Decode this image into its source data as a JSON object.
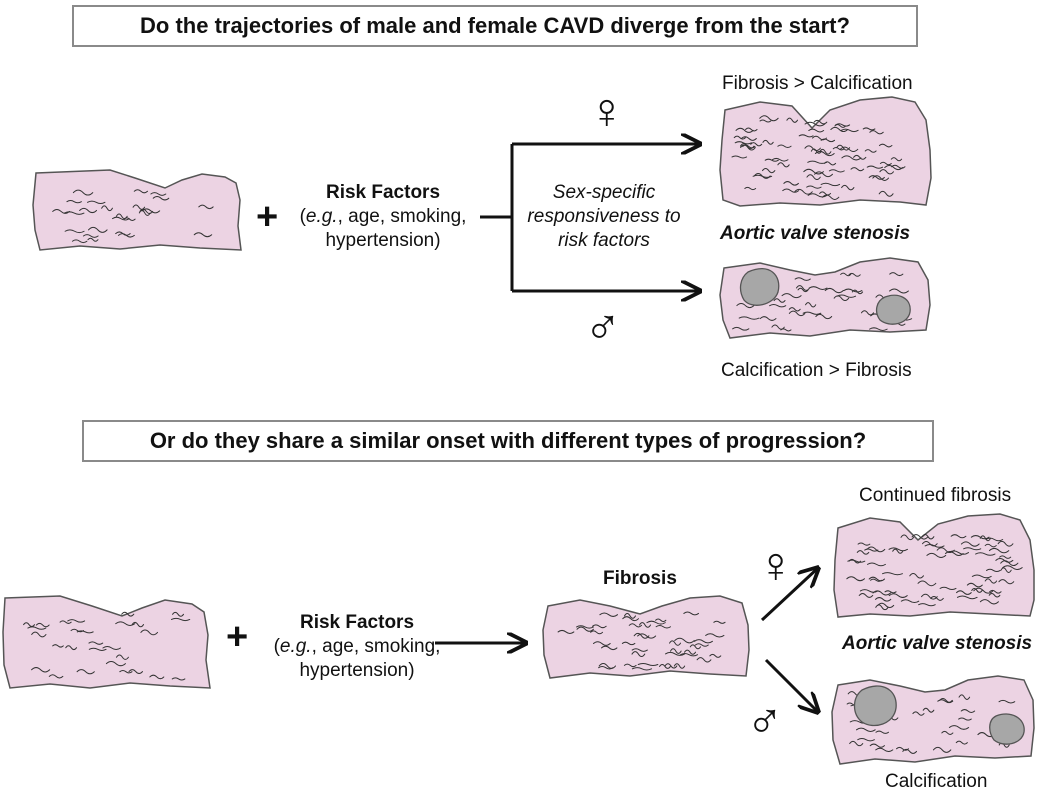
{
  "top": {
    "question": "Do the trajectories of male and female CAVD diverge from the start?",
    "risk_title": "Risk Factors",
    "risk_eg": "e.g.",
    "risk_rest_line1": ", age, smoking,",
    "risk_line2": "hypertension)",
    "plus": "+",
    "sex_specific_line1": "Sex-specific",
    "sex_specific_line2": "responsiveness to",
    "sex_specific_line3": "risk factors",
    "female_outcome": "Fibrosis > Calcification",
    "stenosis": "Aortic valve stenosis",
    "male_outcome": "Calcification > Fibrosis",
    "female_symbol": "♀",
    "male_symbol": "♂"
  },
  "bottom": {
    "question": "Or do they share a similar onset with different types of progression?",
    "risk_title": "Risk Factors",
    "risk_eg": "e.g.",
    "risk_rest_line1": ", age, smoking,",
    "risk_line2": "hypertension)",
    "plus": "+",
    "fibrosis": "Fibrosis",
    "female_outcome": "Continued fibrosis",
    "stenosis": "Aortic valve stenosis",
    "male_outcome": "Calcification",
    "female_symbol": "♀",
    "male_symbol": "♂"
  },
  "colors": {
    "tissue_fill": "#ecd3e3",
    "tissue_stroke": "#555555",
    "calcification": "#a7a7a7",
    "box_border": "#8a8a8a"
  }
}
